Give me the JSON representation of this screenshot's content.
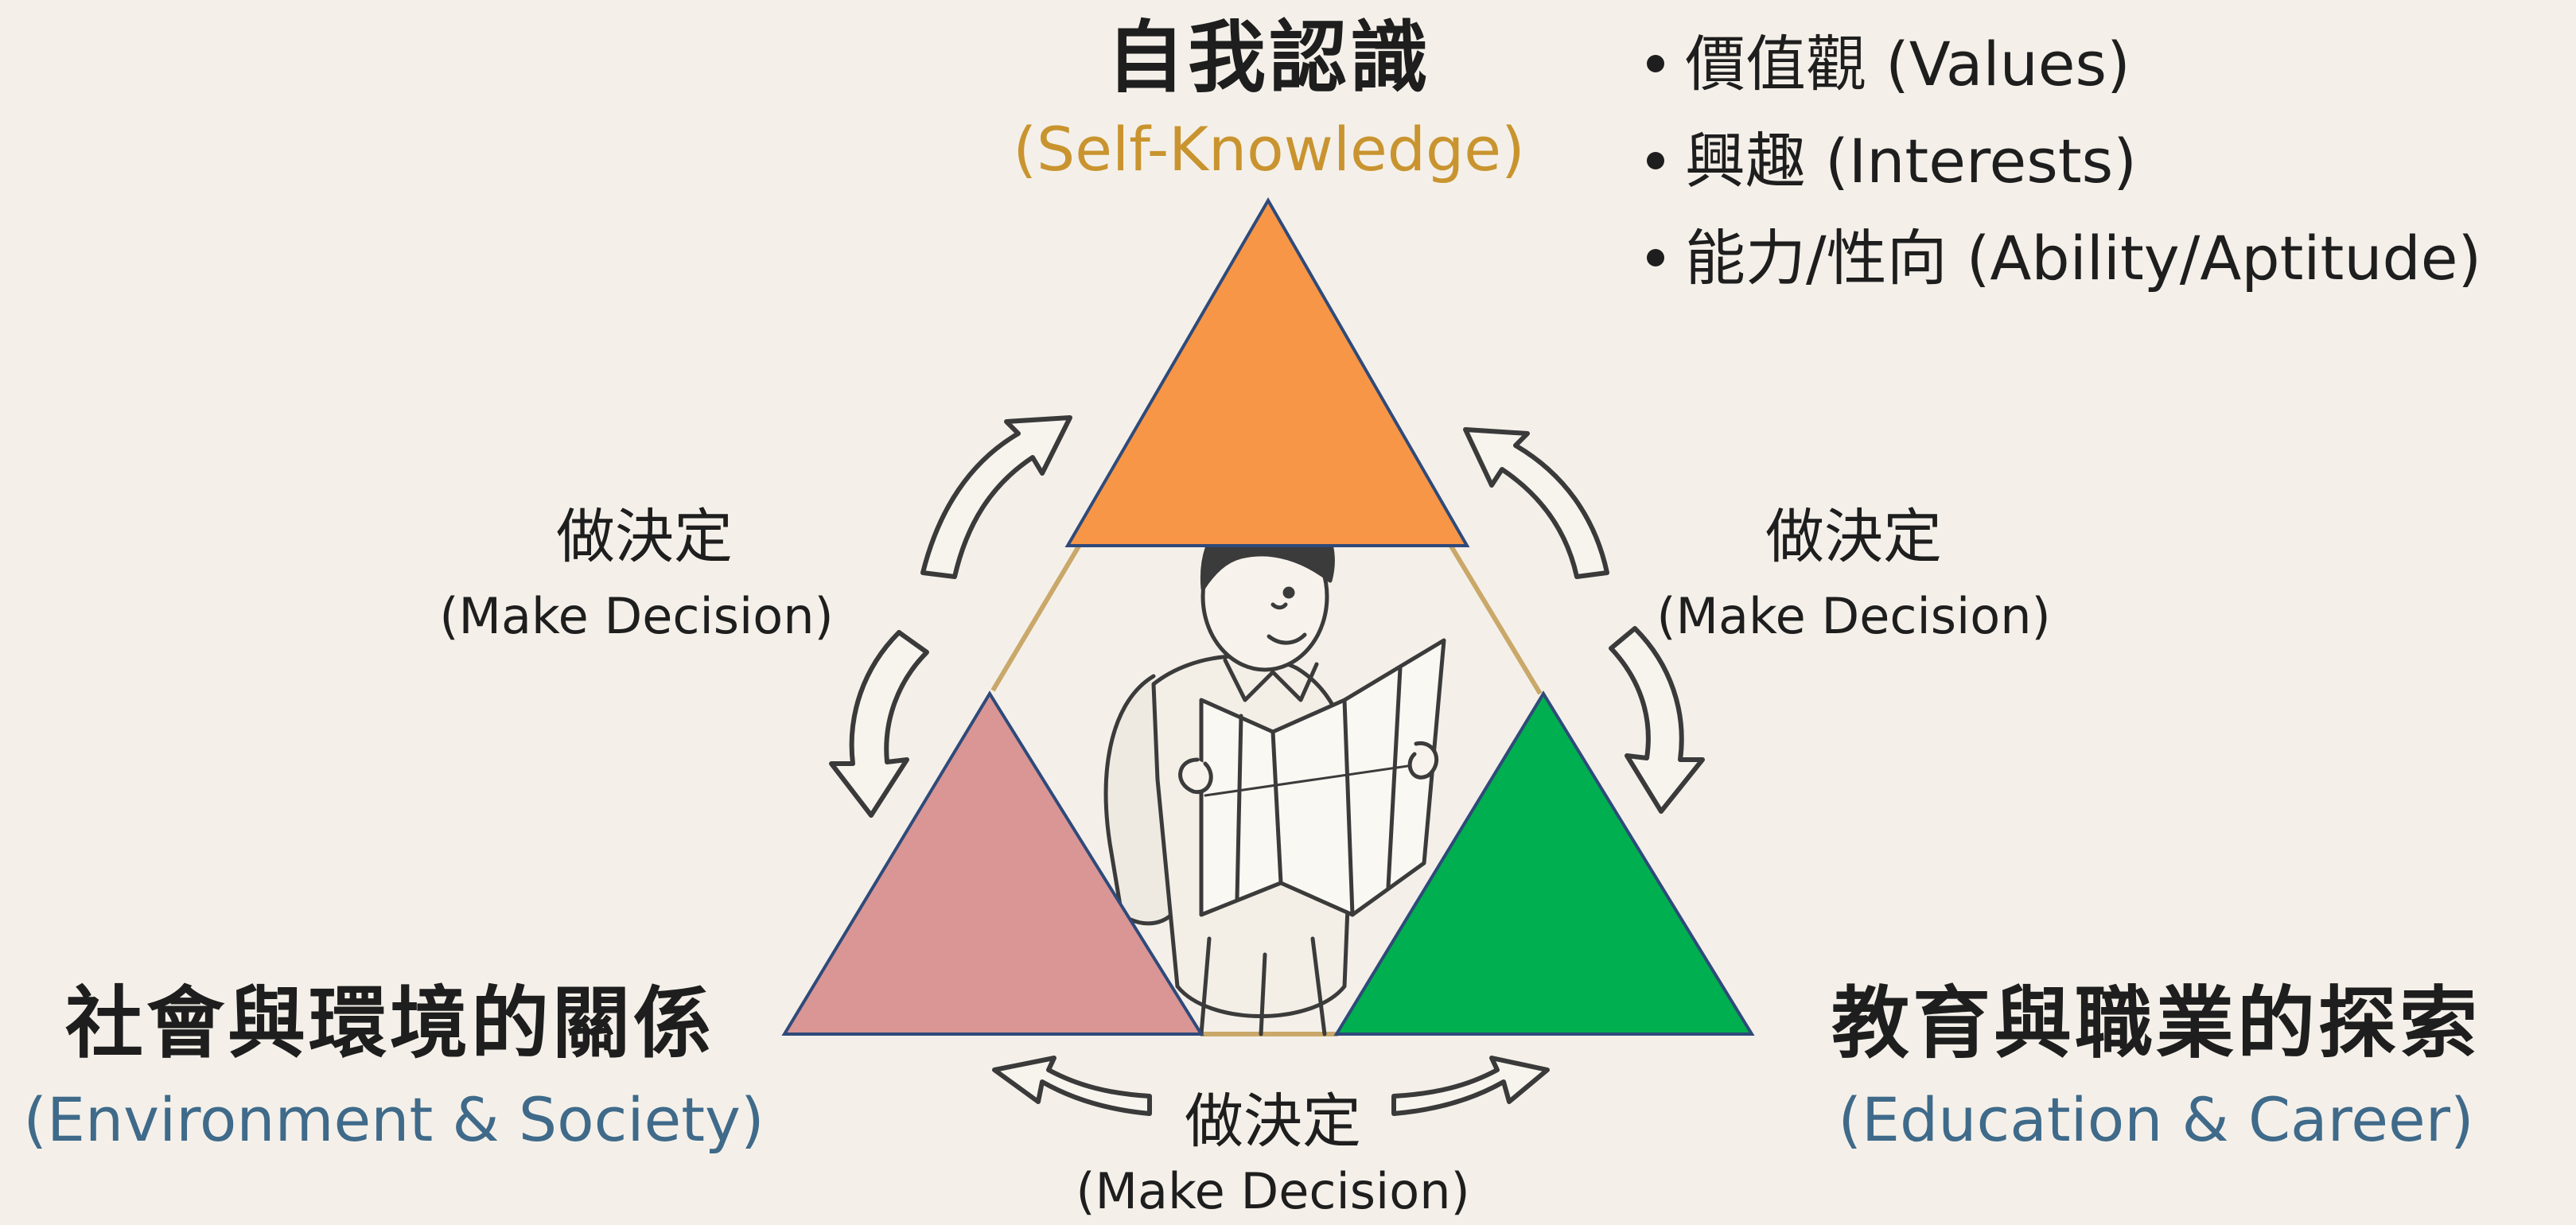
{
  "self_knowledge": {
    "title_zh": "自我認識",
    "title_en": "(Self-Knowledge)",
    "color": "#f79646",
    "label_color": "#c9942f",
    "bullets": [
      "價值觀 (Values)",
      "興趣 (Interests)",
      "能力/性向 (Ability/Aptitude)"
    ]
  },
  "environment_society": {
    "title_zh": "社會與環境的關係",
    "title_en": "(Environment & Society)",
    "color": "#d99694",
    "label_color": "#3f6a8a"
  },
  "education_career": {
    "title_zh": "教育與職業的探索",
    "title_en": "(Education & Career)",
    "color": "#00b050",
    "label_color": "#3f6a8a"
  },
  "decisions": {
    "left": {
      "zh": "做決定",
      "en": "(Make Decision)"
    },
    "right": {
      "zh": "做決定",
      "en": "(Make Decision)"
    },
    "bottom": {
      "zh": "做決定",
      "en": "(Make Decision)"
    }
  },
  "colors": {
    "background": "#f4f0e9",
    "triangle_outline": "#2f4a7a",
    "outer_triangle_line": "#c9a86a",
    "arrow_fill": "#f7f4ee",
    "arrow_stroke": "#3a3a3a"
  },
  "center_illustration": "traveler-reading-map"
}
